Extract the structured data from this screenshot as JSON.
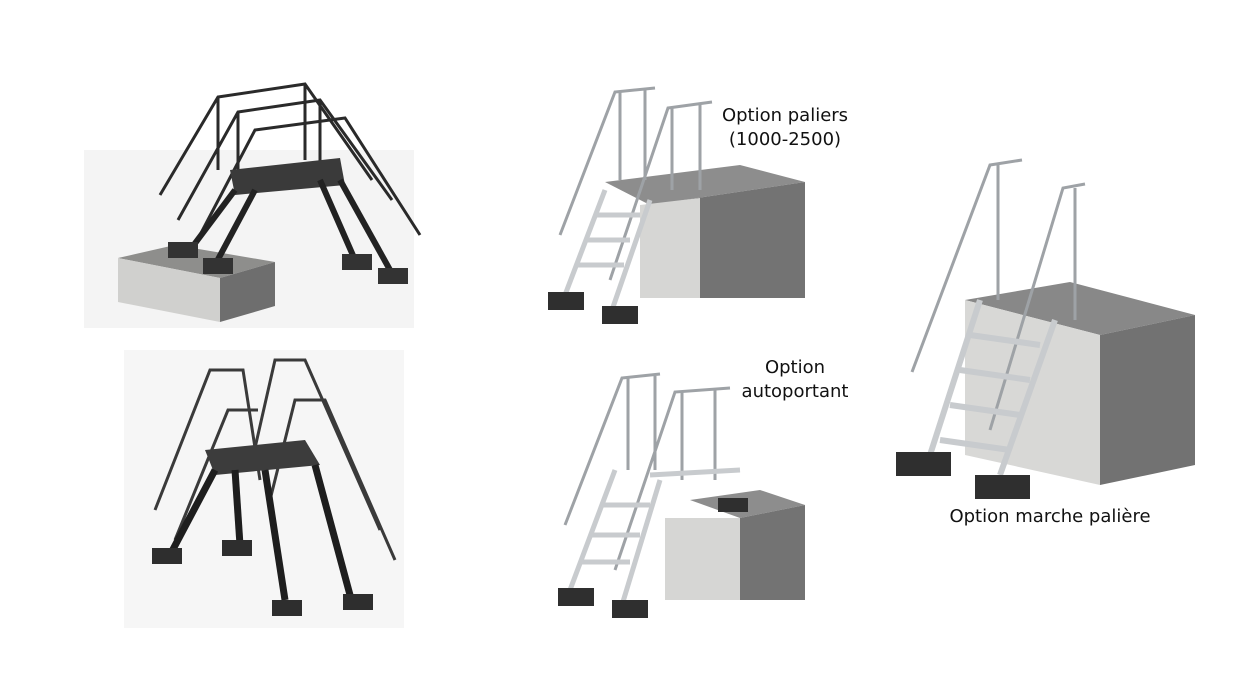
{
  "captions": {
    "paliers_line1": "Option paliers",
    "paliers_line2": "(1000-2500)",
    "autoportant_line1": "Option",
    "autoportant_line2": "autoportant",
    "marche_paliere": "Option marche palière"
  },
  "colors": {
    "dark_stair": "#2a2a2a",
    "aluminium": "#b8bcc0",
    "block_top": "#8a8a8a",
    "block_front": "#d8d8d6",
    "block_side": "#6d6d6d"
  }
}
